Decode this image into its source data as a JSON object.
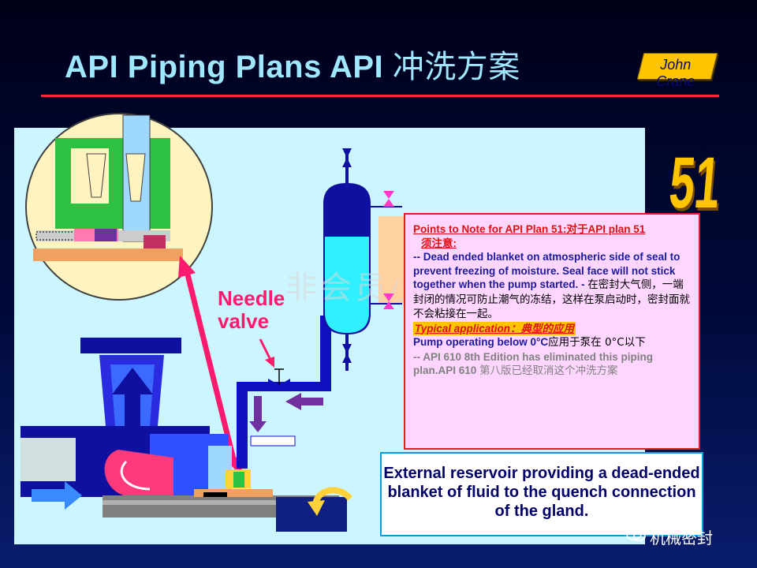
{
  "title": {
    "en": "API Piping Plans API ",
    "cn": "冲洗方案"
  },
  "logo": {
    "text": "John Crane"
  },
  "plan_number": "51",
  "watermark": "非会员小",
  "needle_label": {
    "line1": "Needle",
    "line2": "valve"
  },
  "notes": {
    "heading": "Points to Note for API Plan 51:",
    "heading_cn": "对于API plan 51",
    "heading_cn2": "须注意:",
    "point1": "--  Dead ended blanket on atmospheric side of seal to prevent freezing of moisture. Seal face will not stick together when the pump started. -",
    "point1_cn": "在密封大气侧，一端封闭的情况可防止潮气的冻结，这样在泵启动时，密封面就不会粘接在一起。",
    "typical_label": "Typical application：",
    "typical_label_cn": "典型的应用",
    "typical_text": "Pump operating below 0°C",
    "typical_text_cn": "应用于泵在 0°C以下",
    "eliminated": "--  API 610 8th Edition has eliminated this piping plan.API 610",
    "eliminated_cn": "第八版已经取消这个冲洗方案"
  },
  "caption": "External reservoir providing a dead-ended blanket of fluid to the quench connection of the gland.",
  "footer": {
    "account": "机械密封"
  },
  "colors": {
    "accent_red": "#ff2a3a",
    "title_blue": "#9fe6ff",
    "logo_yellow": "#ffc400",
    "panel_bg": "#ccf6ff"
  }
}
